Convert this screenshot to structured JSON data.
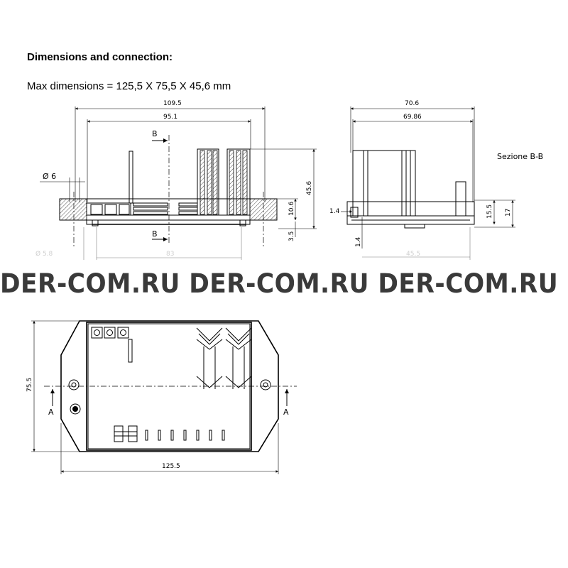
{
  "header": {
    "title": "Dimensions and connection:",
    "max_dimensions": "Max dimensions = 125,5 X 75,5 X 45,6 mm"
  },
  "watermark": "DER-COM.RU DER-COM.RU DER-COM.RU",
  "front_view": {
    "dim_width_outer": "109.5",
    "dim_width_inner": "95.1",
    "dim_hole_dia_label": "Ø 6",
    "dim_height_total": "45.6",
    "dim_base_height": "10.6",
    "dim_base_offset": "3.5",
    "dim_hole_bottom": "Ø 5.8",
    "dim_hole_spacing": "83",
    "section_marker": "B"
  },
  "side_view": {
    "dim_width_outer": "70.6",
    "dim_width_inner": "69.86",
    "section_label": "Sezione B-B",
    "dim_left_small": "1.4",
    "dim_left_small_2": "1.4",
    "dim_height_155": "15.5",
    "dim_height_17": "17",
    "dim_bottom": "45.5"
  },
  "top_view": {
    "dim_length": "125.5",
    "dim_height": "75.5",
    "section_marker": "A"
  }
}
